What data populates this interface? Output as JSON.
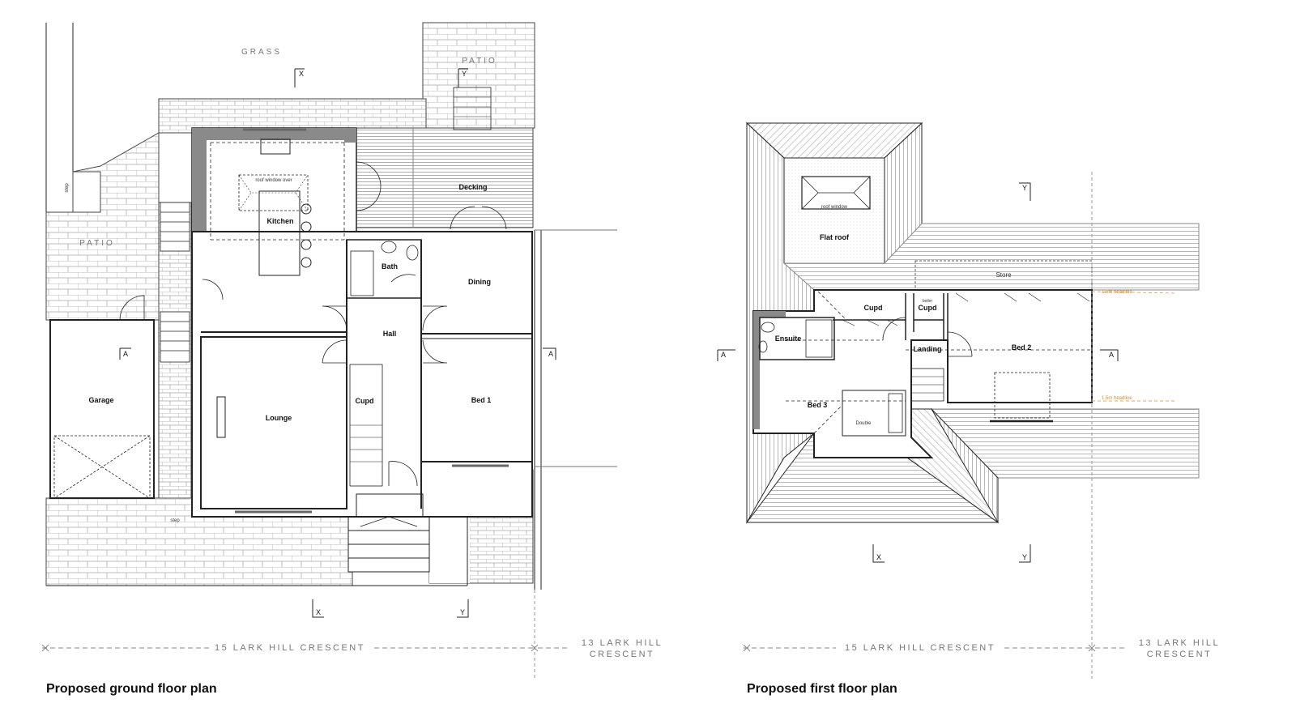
{
  "colors": {
    "line": "#222222",
    "wall": "#8a8a8a",
    "paving": "#9a9a9a",
    "accent": "#e08a1e"
  },
  "ground_floor": {
    "title": "Proposed ground floor plan",
    "labels": {
      "grass": "GRASS",
      "patio_top": "PATIO",
      "patio_left": "PATIO",
      "decking": "Decking",
      "kitchen": "Kitchen",
      "roof_window": "roof window over",
      "bath": "Bath",
      "dining": "Dining",
      "hall": "Hall",
      "garage": "Garage",
      "lounge": "Lounge",
      "cupd": "Cupd",
      "bed1": "Bed 1",
      "step_bottom": "step",
      "step_left": "step"
    },
    "section_marks": {
      "x_top": "X",
      "y_top": "Y",
      "a_left": "A",
      "a_right": "A",
      "x_bottom": "X",
      "y_bottom": "Y"
    },
    "address": "15 LARK HILL CRESCENT",
    "neighbour_line1": "13 LARK HILL",
    "neighbour_line2": "CRESCENT"
  },
  "first_floor": {
    "title": "Proposed first floor plan",
    "labels": {
      "flat_roof": "Flat roof",
      "roof_window": "roof window",
      "store": "Store",
      "cupd1": "Cupd",
      "cupd2": "Cupd",
      "boiler": "boiler",
      "ensuite": "Ensuite",
      "landing": "Landing",
      "bed2": "Bed 2",
      "bed3": "Bed 3",
      "double": "Double",
      "note1": "1.5m headline",
      "note2": "1.5m headline"
    },
    "section_marks": {
      "y_top": "Y",
      "a_left": "A",
      "a_right": "A",
      "x_bottom": "X",
      "y_bottom": "Y"
    },
    "address": "15 LARK HILL CRESCENT",
    "neighbour_line1": "13 LARK HILL",
    "neighbour_line2": "CRESCENT"
  }
}
